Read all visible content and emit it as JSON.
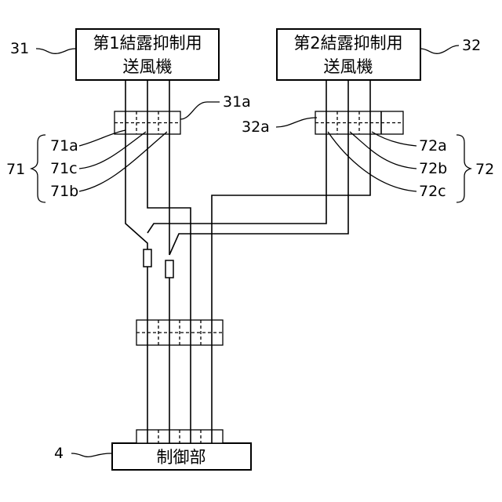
{
  "fan1": {
    "ref": "31",
    "line1": "第1結露抑制用",
    "line2": "送風機"
  },
  "fan2": {
    "ref": "32",
    "line1": "第2結露抑制用",
    "line2": "送風機"
  },
  "connector1": {
    "ref": "31a"
  },
  "connector2": {
    "ref": "32a"
  },
  "harness1": {
    "ref": "71",
    "wires": [
      "71a",
      "71c",
      "71b"
    ]
  },
  "harness2": {
    "ref": "72",
    "wires": [
      "72a",
      "72b",
      "72c"
    ]
  },
  "controller": {
    "ref": "4",
    "label": "制御部"
  }
}
